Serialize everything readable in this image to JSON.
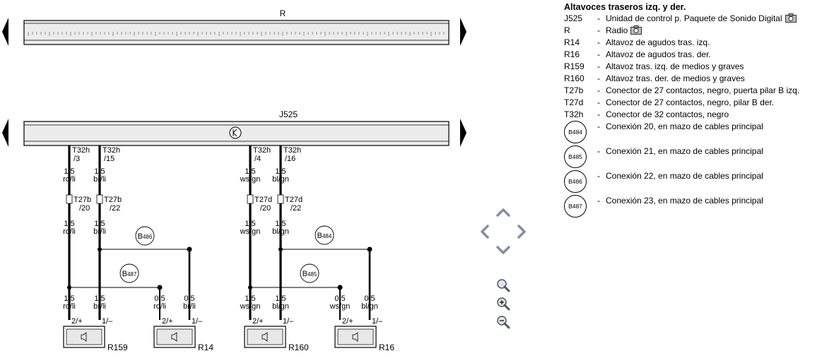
{
  "diagram": {
    "components": {
      "radio_label": "R",
      "control_unit_label": "J525"
    },
    "connectors": [
      {
        "id": "t32h-3",
        "code": "T32h",
        "pin": "/3"
      },
      {
        "id": "t32h-15",
        "code": "T32h",
        "pin": "/15"
      },
      {
        "id": "t32h-4",
        "code": "T32h",
        "pin": "/4"
      },
      {
        "id": "t32h-16",
        "code": "T32h",
        "pin": "/16"
      },
      {
        "id": "t27b-20",
        "code": "T27b",
        "pin": "/20"
      },
      {
        "id": "t27b-22",
        "code": "T27b",
        "pin": "/22"
      },
      {
        "id": "t27d-20",
        "code": "T27d",
        "pin": "/20"
      },
      {
        "id": "t27d-22",
        "code": "T27d",
        "pin": "/22"
      }
    ],
    "wire_labels": [
      {
        "id": "w1a",
        "size": "1,5",
        "color": "ro/li"
      },
      {
        "id": "w2a",
        "size": "1,5",
        "color": "br/li"
      },
      {
        "id": "w3a",
        "size": "1,5",
        "color": "ws/gn"
      },
      {
        "id": "w4a",
        "size": "1,5",
        "color": "bl/gn"
      },
      {
        "id": "w1b",
        "size": "1,5",
        "color": "ro/li"
      },
      {
        "id": "w2b",
        "size": "1,5",
        "color": "br/li"
      },
      {
        "id": "w3b",
        "size": "1,5",
        "color": "ws/gn"
      },
      {
        "id": "w4b",
        "size": "1,5",
        "color": "bl/gn"
      },
      {
        "id": "w1c",
        "size": "1,5",
        "color": "ro/li"
      },
      {
        "id": "w2c",
        "size": "1,5",
        "color": "br/li"
      },
      {
        "id": "w5c",
        "size": "0,5",
        "color": "ro/li"
      },
      {
        "id": "w6c",
        "size": "0,5",
        "color": "br/li"
      },
      {
        "id": "w3c",
        "size": "1,5",
        "color": "ws/gn"
      },
      {
        "id": "w4c",
        "size": "1,5",
        "color": "bl/gn"
      },
      {
        "id": "w7c",
        "size": "0,5",
        "color": "ws/gn"
      },
      {
        "id": "w8c",
        "size": "0,5",
        "color": "bl/gn"
      }
    ],
    "junctions": [
      {
        "id": "b486",
        "prefix": "B",
        "number": "486"
      },
      {
        "id": "b487",
        "prefix": "B",
        "number": "487"
      },
      {
        "id": "b484",
        "prefix": "B",
        "number": "484"
      },
      {
        "id": "b485",
        "prefix": "B",
        "number": "485"
      }
    ],
    "speakers": [
      {
        "id": "r159",
        "label": "R159",
        "pin_pos": "2/+",
        "pin_neg": "1/–"
      },
      {
        "id": "r14",
        "label": "R14",
        "pin_pos": "2/+",
        "pin_neg": "1/–"
      },
      {
        "id": "r160",
        "label": "R160",
        "pin_pos": "2/+",
        "pin_neg": "1/–"
      },
      {
        "id": "r16",
        "label": "R16",
        "pin_pos": "2/+",
        "pin_neg": "1/–"
      }
    ]
  },
  "legend": {
    "title": "Altavoces traseros izq. y der.",
    "items": [
      {
        "code": "J525",
        "desc": "Unidad de control p. Paquete de Sonido Digital",
        "icon": "camera-icon"
      },
      {
        "code": "R",
        "desc": "Radio",
        "icon": "camera-icon"
      },
      {
        "code": "R14",
        "desc": "Altavoz de agudos tras. izq."
      },
      {
        "code": "R16",
        "desc": "Altavoz de agudos tras. der."
      },
      {
        "code": "R159",
        "desc": "Altavoz tras. izq. de medios y graves"
      },
      {
        "code": "R160",
        "desc": "Altavoz tras. der. de medios y graves"
      },
      {
        "code": "T27b",
        "desc": "Conector de 27 contactos, negro, puerta pilar B izq."
      },
      {
        "code": "T27d",
        "desc": "Conector de 27 contactos, negro, pilar B der."
      },
      {
        "code": "T32h",
        "desc": "Conector de 32 contactos, negro"
      }
    ],
    "connections": [
      {
        "code": "B484",
        "desc": "Conexión 20, en mazo de cables principal"
      },
      {
        "code": "B485",
        "desc": "Conexión 21, en mazo de cables principal"
      },
      {
        "code": "B486",
        "desc": "Conexión 22, en mazo de cables principal"
      },
      {
        "code": "B487",
        "desc": "Conexión 23, en mazo de cables principal"
      }
    ]
  },
  "nav_controls": {
    "arrows": [
      "pan-up-icon",
      "pan-left-icon",
      "pan-right-icon",
      "pan-down-icon"
    ],
    "zoom": [
      "zoom-icon",
      "zoom-in-icon",
      "zoom-out-icon"
    ]
  }
}
